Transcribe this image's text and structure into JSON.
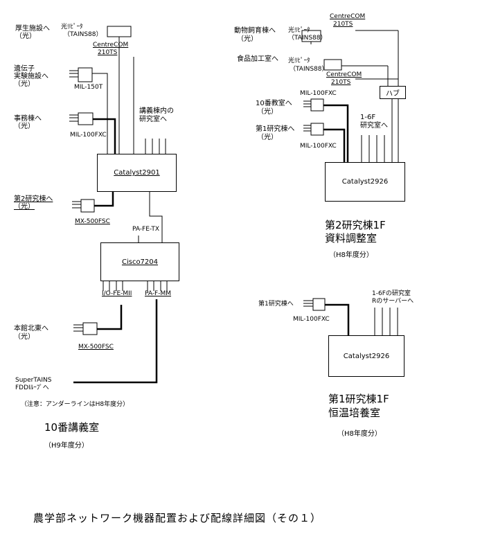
{
  "figure_title": "農学部ネットワーク機器配置および配線詳細図（その１）",
  "note": "（注意：アンダーラインはH8年度分）",
  "left": {
    "room": "10番講義室",
    "year": "（H9年度分）",
    "dests": {
      "kousei": [
        "厚生施設へ",
        "（光）"
      ],
      "iden": [
        "遺伝子",
        "実験施設へ",
        "（光）"
      ],
      "jimu": [
        "事務棟へ",
        "（光）"
      ],
      "ken2": [
        "第2研究棟へ",
        "（光）"
      ],
      "honkan": [
        "本館北東へ",
        "（光）"
      ],
      "tains": [
        "SuperTAINS",
        "FDDIﾙｰﾌﾟへ"
      ]
    },
    "repeater": [
      "光ﾘﾋﾟｰﾀ",
      "（TAINS88）"
    ],
    "centrecom": [
      "CentreCOM",
      "210TS"
    ],
    "lab_rooms": [
      "講義棟内の",
      "研究室へ"
    ],
    "devices": {
      "mil150t": "MIL-150T",
      "mil100fxc": "MIL-100FXC",
      "mx500fsc_a": "MX-500FSC",
      "mx500fsc_b": "MX-500FSC",
      "catalyst": "Catalyst2901",
      "pa_fe_tx": "PA-FE-TX",
      "cisco": "Cisco7204",
      "io_fe": "I/O-FE-MII",
      "pa_f": "PA-F-MM"
    }
  },
  "right_top": {
    "room": [
      "第2研究棟1F",
      "資料調整室"
    ],
    "year": "（H8年度分）",
    "dest_animal": [
      "動物飼育棟へ",
      "（光）"
    ],
    "repeater_a": [
      "光ﾘﾋﾟｰﾀ",
      "（TAINS88）"
    ],
    "centrecom_a": [
      "CentreCOM",
      "210TS"
    ],
    "dest_food": "食品加工室へ",
    "repeater_b": [
      "光ﾘﾋﾟｰﾀ",
      "（TAINS88）"
    ],
    "centrecom_b": [
      "CentreCOM",
      "210TS"
    ],
    "hub": "ハブ",
    "mil100fxc_a": "MIL-100FXC",
    "dest_room10": [
      "10番教室へ",
      "（光）"
    ],
    "floors": [
      "1-6F",
      "研究室へ"
    ],
    "dest_ken1": [
      "第1研究棟へ",
      "（光）"
    ],
    "mil100fxc_b": "MIL-100FXC",
    "catalyst": "Catalyst2926"
  },
  "right_bottom": {
    "dest_ken1": "第1研究棟へ",
    "mil100fxc": "MIL-100FXC",
    "servers": [
      "1-6Fの研究室",
      "Rのサーバーへ"
    ],
    "catalyst": "Catalyst2926",
    "room": [
      "第1研究棟1F",
      "恒温培養室"
    ],
    "year": "（H8年度分）"
  }
}
